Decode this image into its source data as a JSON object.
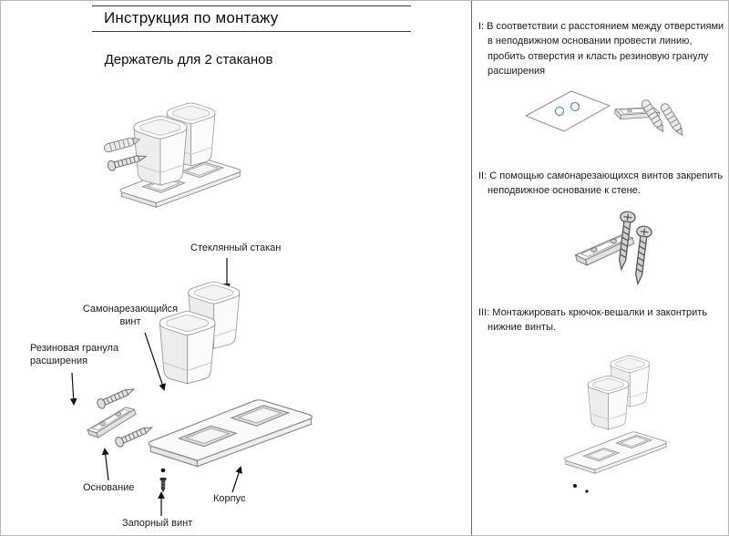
{
  "page": {
    "title": "Инструкция по монтажу",
    "product": "Держатель для 2 стаканов"
  },
  "exploded_labels": {
    "glass_cup": "Стеклянный стакан",
    "self_tapping_screw": "Самонарезающийся винт",
    "rubber_granule": "Резиновая гранула расширения",
    "base": "Основание",
    "housing": "Корпус",
    "locking_screw": "Запорный винт"
  },
  "steps": [
    {
      "text": "I: В соответствии с расстоянием между отверстиями в неподвижном основании провести линию, пробить отверстия и класть резиновую гранулу расширения"
    },
    {
      "text": "II: С помощью самонарезающихся винтов закрепить неподвижное основание к стене."
    },
    {
      "text": "III: Монтажировать крючок-вешалки и законтрить нижние винты."
    }
  ],
  "colors": {
    "hole_accent": "#5f8cc9",
    "line_art": "#8f8f8f",
    "text": "#1c1c1c"
  }
}
